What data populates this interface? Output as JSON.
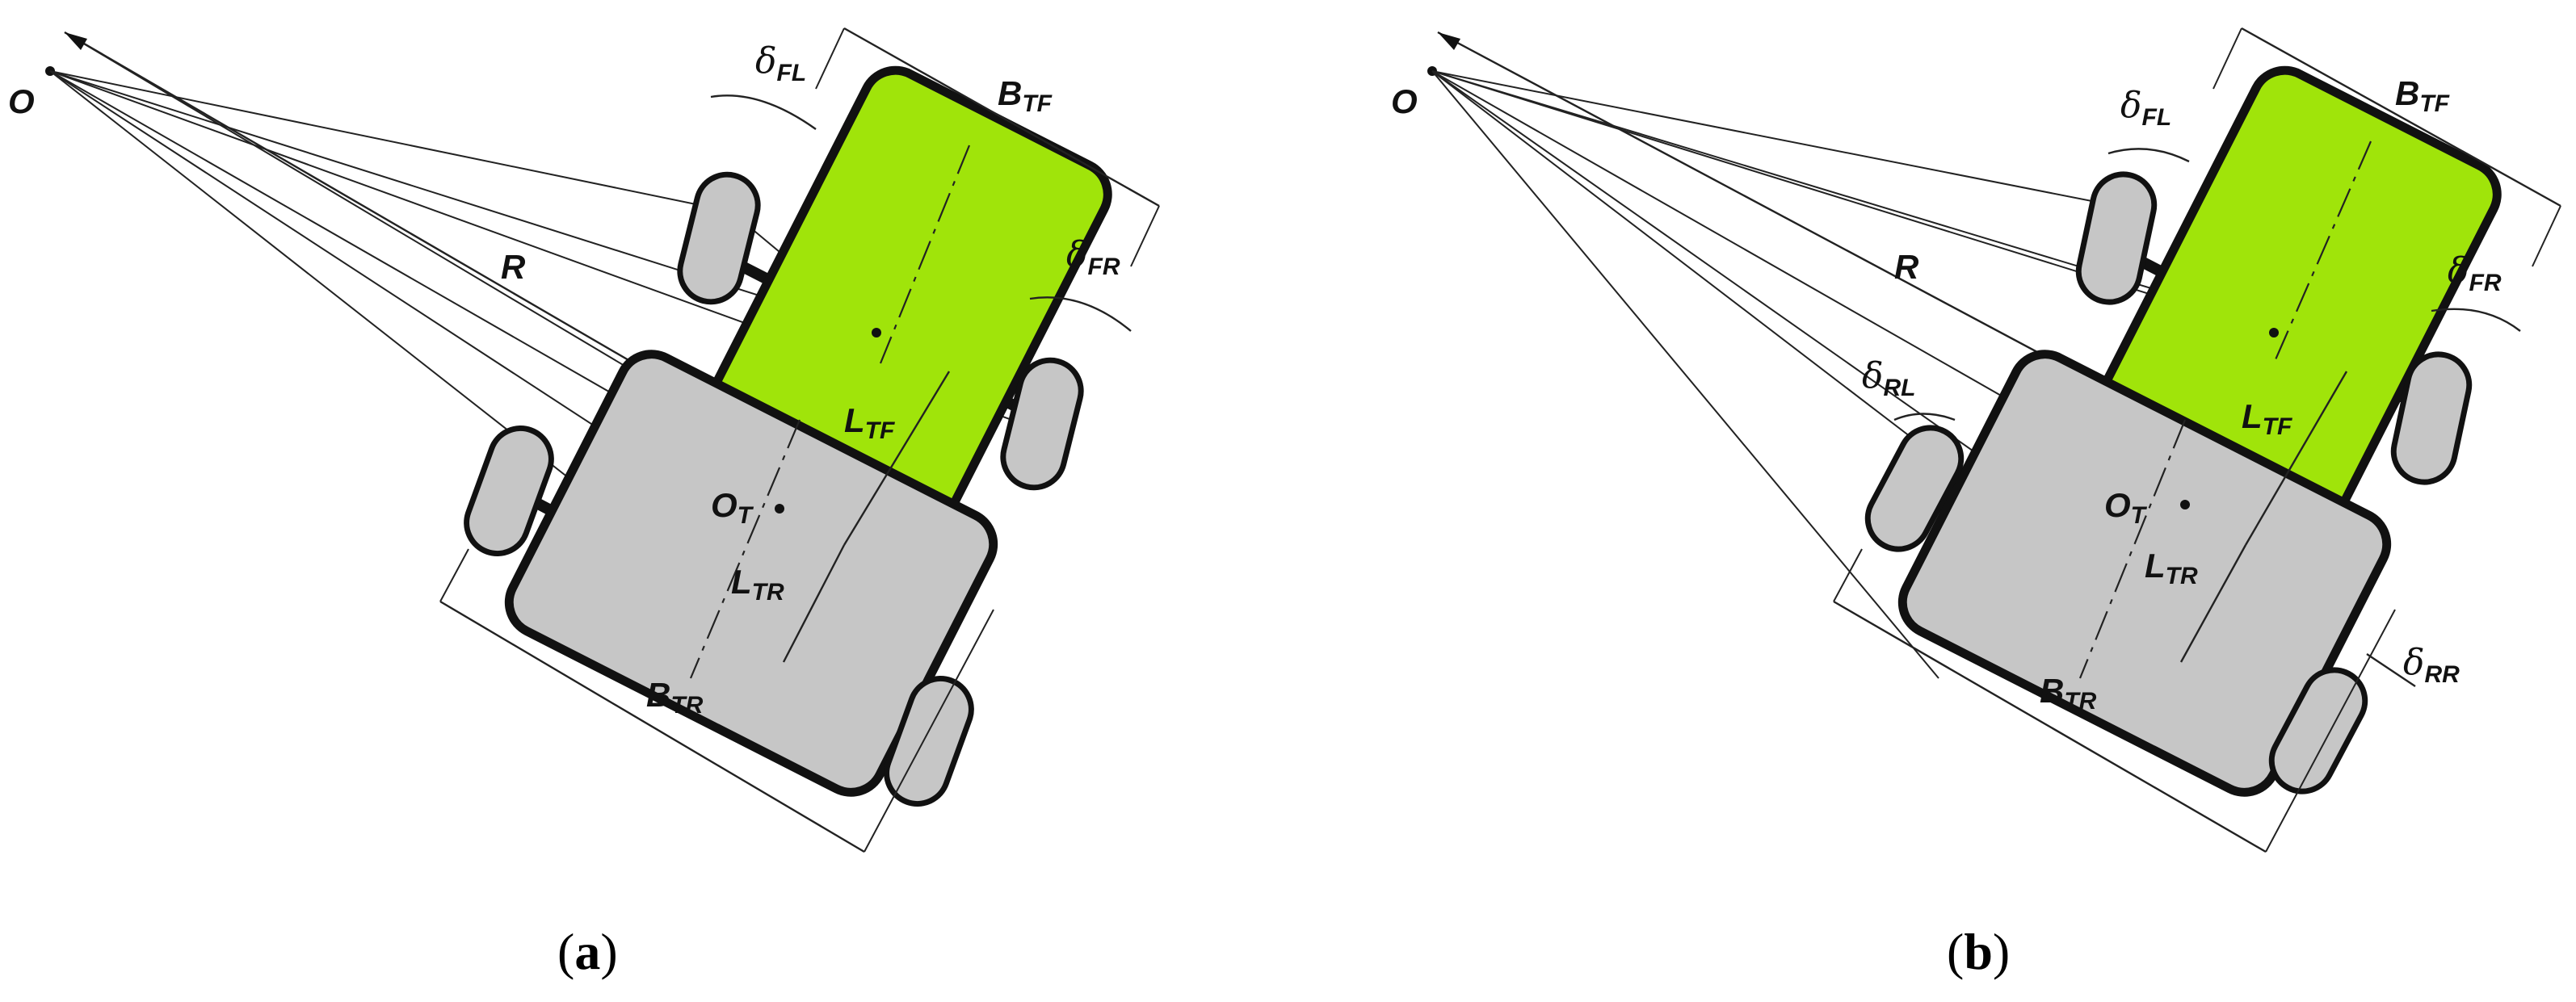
{
  "panels": [
    {
      "id": "a",
      "caption": "a",
      "labels": {
        "O": "O",
        "R": "R",
        "delta_fl": "δ",
        "delta_fl_sub": "FL",
        "delta_fr": "δ",
        "delta_fr_sub": "FR",
        "b_tf": "B",
        "b_tf_sub": "TF",
        "b_tr": "B",
        "b_tr_sub": "TR",
        "l_tf": "L",
        "l_tf_sub": "TF",
        "l_tr": "L",
        "l_tr_sub": "TR",
        "o_t": "O",
        "o_t_sub": "T"
      }
    },
    {
      "id": "b",
      "caption": "b",
      "labels": {
        "O": "O",
        "R": "R",
        "delta_fl": "δ",
        "delta_fl_sub": "FL",
        "delta_fr": "δ",
        "delta_fr_sub": "FR",
        "delta_rl": "δ",
        "delta_rl_sub": "RL",
        "delta_rr": "δ",
        "delta_rr_sub": "RR",
        "b_tf": "B",
        "b_tf_sub": "TF",
        "b_tr": "B",
        "b_tr_sub": "TR",
        "l_tf": "L",
        "l_tf_sub": "TF",
        "l_tr": "L",
        "l_tr_sub": "TR",
        "o_t": "O",
        "o_t_sub": "T"
      }
    }
  ],
  "colors": {
    "front_body": "#a0e40a",
    "rear_body": "#c6c6c6",
    "wheel": "#c6c6c6",
    "outline": "#111111"
  }
}
